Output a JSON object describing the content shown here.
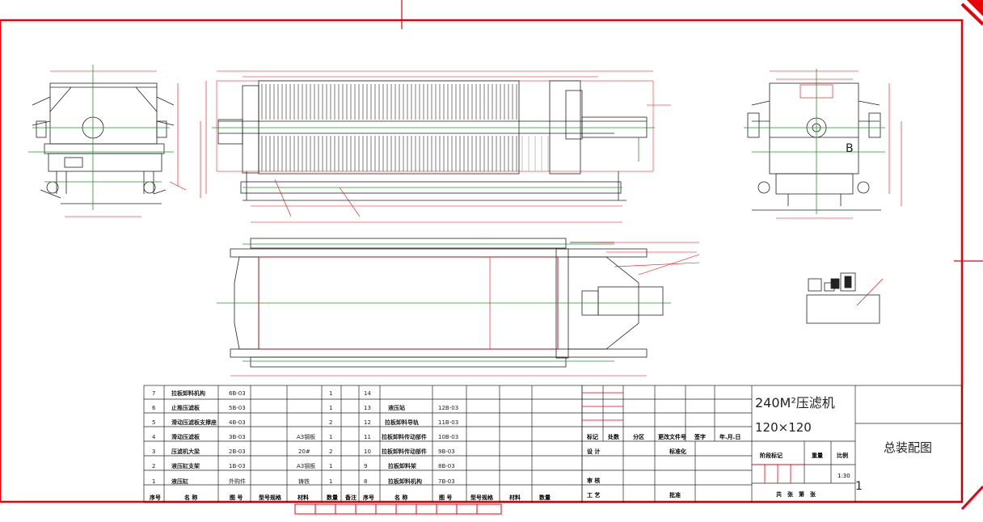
{
  "title_block": {
    "product_name": "240M²压滤机",
    "spec": "120×120",
    "drawing_name": "总装配图",
    "scale_label": "比例",
    "scale_value": "1:30",
    "weight_label": "重量",
    "stage_label": "阶段标记",
    "sheet_text": "共　张　第　张",
    "sheet_mark": "1",
    "rev_headers": [
      "标记",
      "处数",
      "分区",
      "更改文件号",
      "签字",
      "年.月.日"
    ],
    "design": "设 计",
    "standard": "标准化",
    "review": "审 核",
    "process": "工 艺",
    "approve": "批准"
  },
  "bom_headers": [
    "序号",
    "名 称",
    "图 号",
    "型号规格",
    "材料",
    "数量",
    "备注"
  ],
  "bom_right_headers": [
    "序号",
    "名 称",
    "图 号",
    "型号规格",
    "材料",
    "数量"
  ],
  "bom_left": [
    {
      "no": "7",
      "name": "拉板卸料机构",
      "dwg": "6B-03",
      "spec": "",
      "mat": "",
      "qty": "1",
      "note": ""
    },
    {
      "no": "6",
      "name": "止推压滤板",
      "dwg": "5B-03",
      "spec": "",
      "mat": "",
      "qty": "1",
      "note": ""
    },
    {
      "no": "5",
      "name": "滑动压滤板支撑座",
      "dwg": "4B-03",
      "spec": "",
      "mat": "",
      "qty": "2",
      "note": ""
    },
    {
      "no": "4",
      "name": "滑动压滤板",
      "dwg": "3B-03",
      "spec": "",
      "mat": "A3钢板",
      "qty": "1",
      "note": ""
    },
    {
      "no": "3",
      "name": "压滤机大梁",
      "dwg": "2B-03",
      "spec": "",
      "mat": "20#",
      "qty": "2",
      "note": ""
    },
    {
      "no": "2",
      "name": "液压缸支架",
      "dwg": "1B-03",
      "spec": "",
      "mat": "A3钢板",
      "qty": "1",
      "note": ""
    },
    {
      "no": "1",
      "name": "液压缸",
      "dwg": "外购件",
      "spec": "",
      "mat": "铸铁",
      "qty": "1",
      "note": ""
    }
  ],
  "bom_right": [
    {
      "no": "14",
      "name": "",
      "dwg": ""
    },
    {
      "no": "13",
      "name": "液压站",
      "dwg": "12B-03"
    },
    {
      "no": "12",
      "name": "拉板卸料导轨",
      "dwg": "11B-03"
    },
    {
      "no": "11",
      "name": "拉板卸料传动部件",
      "dwg": "10B-03"
    },
    {
      "no": "10",
      "name": "拉板卸料传动部件",
      "dwg": "9B-03"
    },
    {
      "no": "9",
      "name": "拉板卸料架",
      "dwg": "8B-03"
    },
    {
      "no": "8",
      "name": "拉板卸料机构",
      "dwg": "7B-03"
    }
  ],
  "views": {
    "side_right_label": "B"
  }
}
